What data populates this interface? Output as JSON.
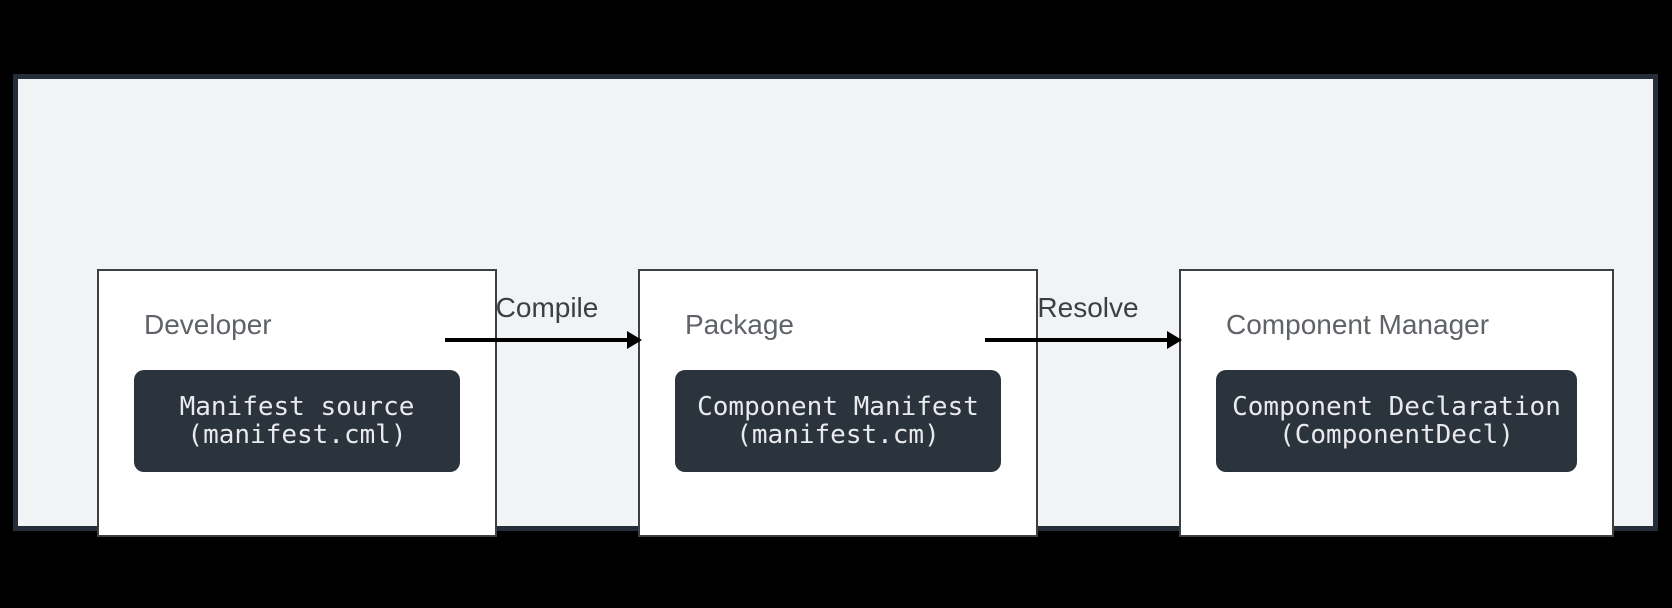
{
  "diagram": {
    "nodes": [
      {
        "label": "Developer",
        "artifact_line1": "Manifest source",
        "artifact_line2": "(manifest.cml)"
      },
      {
        "label": "Package",
        "artifact_line1": "Component Manifest",
        "artifact_line2": "(manifest.cm)"
      },
      {
        "label": "Component Manager",
        "artifact_line1": "Component Declaration",
        "artifact_line2": "(ComponentDecl)"
      }
    ],
    "edges": [
      {
        "label": "Compile"
      },
      {
        "label": "Resolve"
      }
    ],
    "colors": {
      "page_bg": "#000000",
      "panel_bg": "#f1f3f4",
      "panel_border": "#252e38",
      "node_bg": "#ffffff",
      "node_border": "#3c4043",
      "node_label": "#5f6368",
      "artifact_bg": "#2b333c",
      "artifact_text": "#e8eaed",
      "arrow": "#000000",
      "edge_label": "#3c4043"
    }
  }
}
